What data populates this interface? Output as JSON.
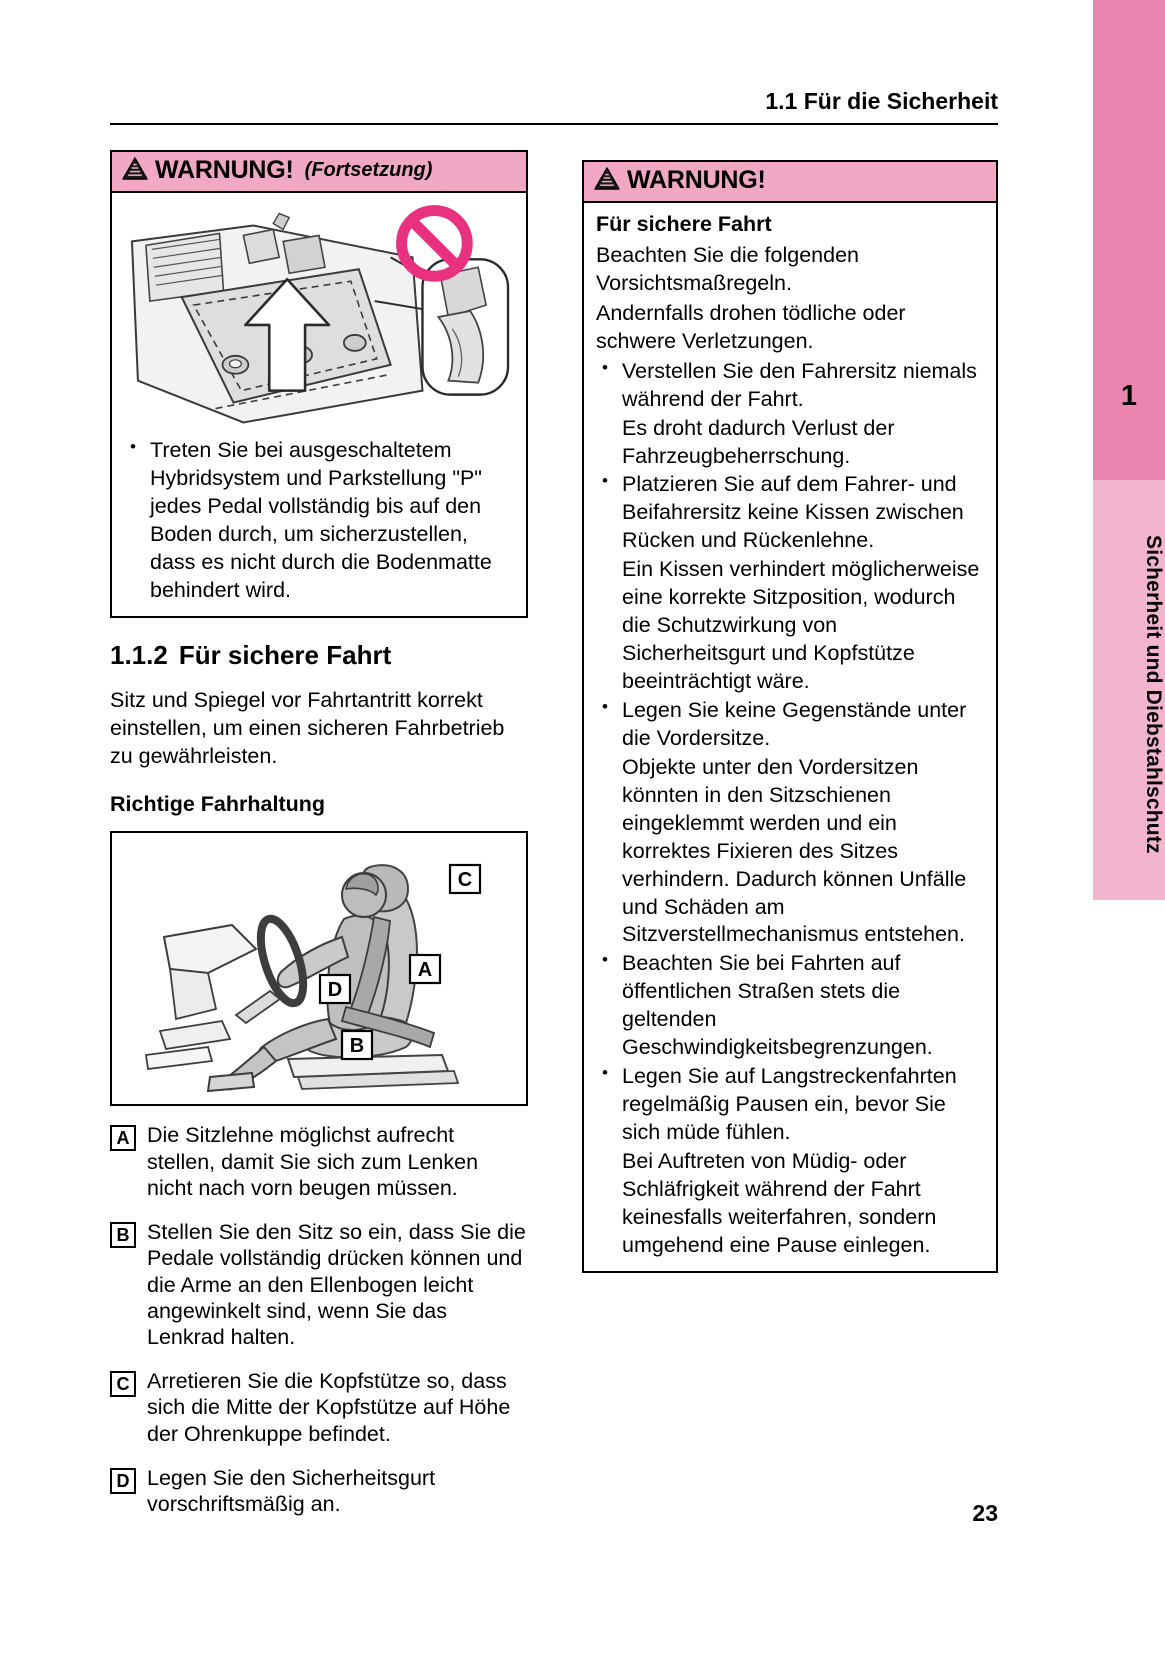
{
  "header": {
    "section_label": "1.1  Für die Sicherheit",
    "page_number": "23"
  },
  "edge_tab": {
    "chapter_number": "1",
    "chapter_title": "Sicherheit und Diebstahlschutz",
    "color_top": "#e985ae",
    "color_body": "#f3b4cd"
  },
  "left_column": {
    "warning_box": {
      "icon": "warning-triangle-icon",
      "title": "WARNUNG!",
      "continuation": "(Fortsetzung)",
      "header_color": "#f0a8c4",
      "figure": {
        "name": "floor-mat-pedal-illustration",
        "prohibition_symbol": "no-entry-icon"
      },
      "bullets": [
        "Treten Sie bei ausgeschaltetem Hybridsystem und Parkstellung \"P\" jedes Pedal vollständig bis auf den Boden durch, um sicherzustellen, dass es nicht durch die Bodenmatte behindert wird."
      ]
    },
    "section_heading": {
      "number": "1.1.2",
      "title": "Für sichere Fahrt"
    },
    "intro_paragraph": "Sitz und Spiegel vor Fahrtantritt korrekt einstellen, um einen sicheren Fahrbetrieb zu gewährleisten.",
    "subheading": "Richtige Fahrhaltung",
    "posture_figure": {
      "name": "correct-driving-posture-illustration",
      "callouts": [
        "A",
        "B",
        "C",
        "D"
      ]
    },
    "legend": [
      {
        "key": "A",
        "text": "Die Sitzlehne möglichst aufrecht stellen, damit Sie sich zum Lenken nicht nach vorn beugen müssen."
      },
      {
        "key": "B",
        "text": "Stellen Sie den Sitz so ein, dass Sie die Pedale vollständig drücken können und die Arme an den Ellenbogen leicht angewinkelt sind, wenn Sie das Lenkrad halten."
      },
      {
        "key": "C",
        "text": "Arretieren Sie die Kopfstütze so, dass sich die Mitte der Kopfstütze auf Höhe der Ohrenkuppe befindet."
      },
      {
        "key": "D",
        "text": "Legen Sie den Sicherheitsgurt vorschriftsmäßig an."
      }
    ]
  },
  "right_column": {
    "warning_box": {
      "icon": "warning-triangle-icon",
      "title": "WARNUNG!",
      "header_color": "#f0a8c4",
      "lead_bold": "Für sichere Fahrt",
      "lead_paragraphs": [
        "Beachten Sie die folgenden Vorsichtsmaßregeln.",
        "Andernfalls drohen tödliche oder schwere Verletzungen."
      ],
      "items": [
        {
          "bullet": "Verstellen Sie den Fahrersitz niemals während der Fahrt.",
          "note": "Es droht dadurch Verlust der Fahrzeugbeherrschung."
        },
        {
          "bullet": "Platzieren Sie auf dem Fahrer- und Beifahrersitz keine Kissen zwischen Rücken und Rückenlehne.",
          "note": "Ein Kissen verhindert möglicherweise eine korrekte Sitzposition, wodurch die Schutzwirkung von Sicherheitsgurt und Kopfstütze beeinträchtigt wäre."
        },
        {
          "bullet": "Legen Sie keine Gegenstände unter die Vordersitze.",
          "note": "Objekte unter den Vordersitzen könnten in den Sitzschienen eingeklemmt werden und ein korrektes Fixieren des Sitzes verhindern. Dadurch können Unfälle und Schäden am Sitzverstellmechanismus entstehen."
        },
        {
          "bullet": "Beachten Sie bei Fahrten auf öffentlichen Straßen stets die geltenden Geschwindigkeitsbegrenzungen.",
          "note": ""
        },
        {
          "bullet": "Legen Sie auf Langstreckenfahrten regelmäßig Pausen ein, bevor Sie sich müde fühlen.",
          "note": "Bei Auftreten von Müdig- oder Schläfrigkeit während der Fahrt keinesfalls weiterfahren, sondern umgehend eine Pause einlegen."
        }
      ]
    }
  }
}
